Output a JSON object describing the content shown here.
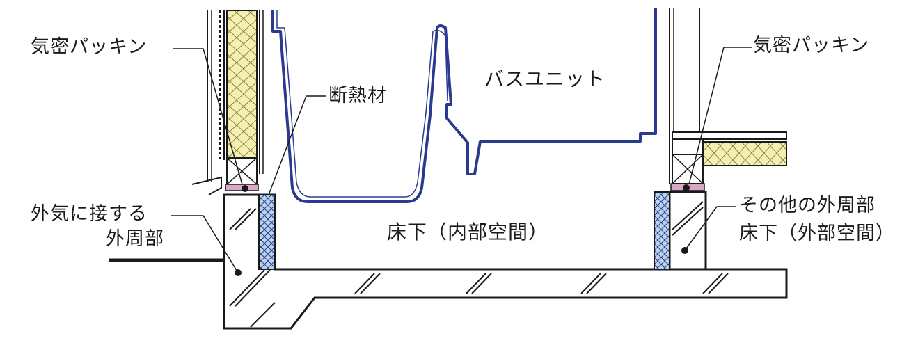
{
  "labels": {
    "airtight_packing_left": "気密パッキン",
    "insulation": "断熱材",
    "bath_unit": "バスユニット",
    "airtight_packing_right": "気密パッキン",
    "outer_periphery_line1": "外気に接する",
    "outer_periphery_line2": "外周部",
    "underfloor_inner": "床下（内部空間）",
    "other_periphery": "その他の外周部",
    "underfloor_outer": "床下（外部空間）"
  },
  "colors": {
    "line": "#1a1a1a",
    "bath_unit": "#2b3990",
    "wall_insulation": "#f6efb4",
    "insulation_board": "#b9d3ea",
    "packing": "#d9a7c7"
  }
}
